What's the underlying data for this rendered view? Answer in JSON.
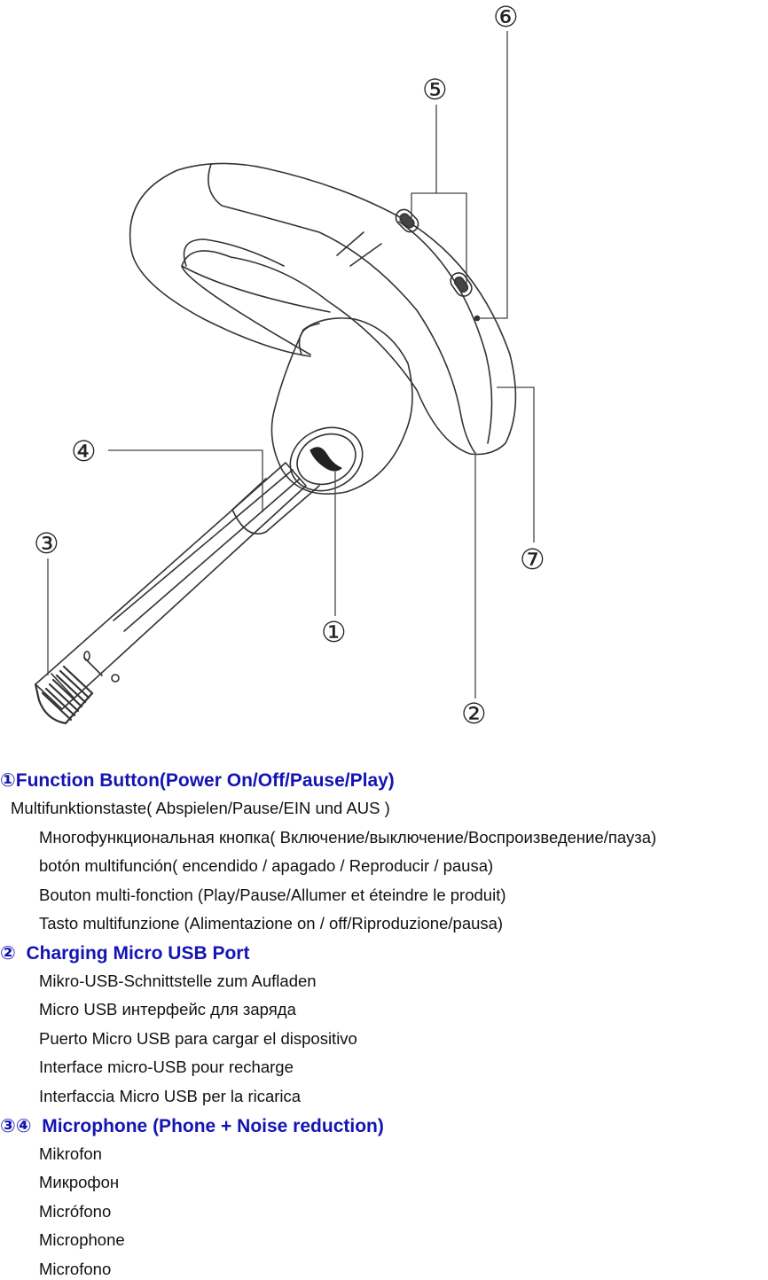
{
  "diagram": {
    "callouts": [
      "①",
      "②",
      "③",
      "④",
      "⑤",
      "⑥",
      "⑦"
    ]
  },
  "sections": [
    {
      "markers": "①",
      "title": "Function Button(Power On/Off/Pause/Play)",
      "lines": [
        "Multifunktionstaste( Abspielen/Pause/EIN und AUS )",
        "Многофункциональная кнопка( Включение/выключение/Воспроизведение/пауза)",
        "botón multifunción( encendido / apagado / Reproducir / pausa)",
        "Bouton multi-fonction (Play/Pause/Allumer et éteindre le produit)",
        "Tasto multifunzione (Alimentazione on / off/Riproduzione/pausa)"
      ]
    },
    {
      "markers": "②",
      "title": "Charging Micro USB Port",
      "lines": [
        "Mikro-USB-Schnittstelle zum Aufladen",
        "Micro USB интерфейс для заряда",
        "Puerto Micro USB para cargar el dispositivo",
        "Interface micro-USB pour recharge",
        "Interfaccia Micro USB per la ricarica"
      ]
    },
    {
      "markers": "③④",
      "title": "Microphone (Phone + Noise reduction)",
      "lines": [
        "Mikrofon",
        "Микрофон",
        "Micrófono",
        "Microphone",
        "Microfono"
      ]
    }
  ]
}
